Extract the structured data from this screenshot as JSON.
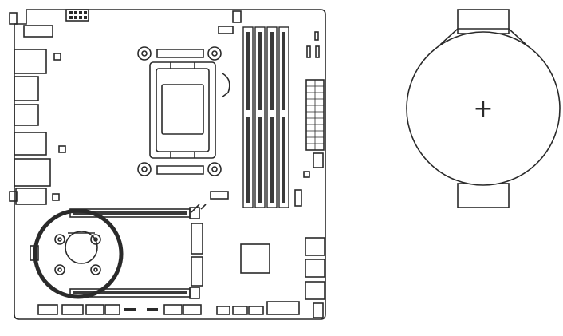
{
  "figure": {
    "board": {
      "ram_slot_count": 4,
      "pcie_slot_count": 2,
      "m2_slot_count": 3,
      "highlighted_component": "battery"
    },
    "battery": {
      "polarity_symbol": "+"
    },
    "colors": {
      "line": "#2a2a2a",
      "background": "#ffffff",
      "slot_fill": "#3a3a3a",
      "highlight_ring": "#2a2a2a"
    }
  }
}
